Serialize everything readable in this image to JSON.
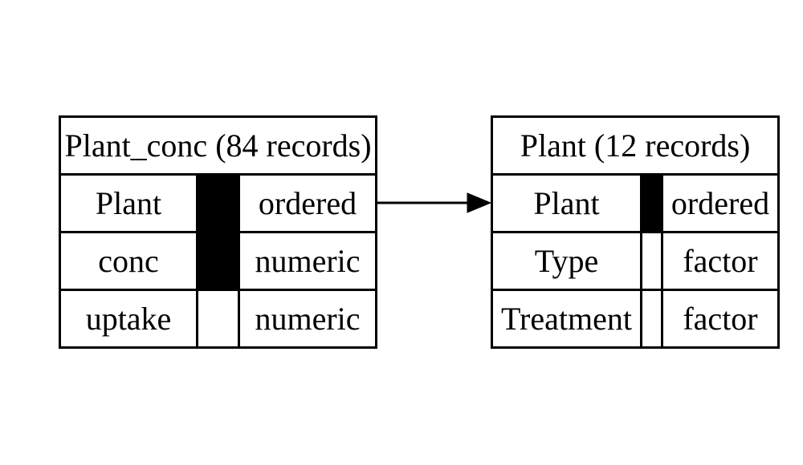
{
  "colors": {
    "background": "#ffffff",
    "line": "#000000",
    "key_fill": "#000000"
  },
  "diagram": {
    "left_table": {
      "title": "Plant_conc (84 records)",
      "columns": [
        {
          "name": "Plant",
          "type": "ordered",
          "is_key": true
        },
        {
          "name": "conc",
          "type": "numeric",
          "is_key": true
        },
        {
          "name": "uptake",
          "type": "numeric",
          "is_key": false
        }
      ]
    },
    "right_table": {
      "title": "Plant (12 records)",
      "columns": [
        {
          "name": "Plant",
          "type": "ordered",
          "is_key": true
        },
        {
          "name": "Type",
          "type": "factor",
          "is_key": false
        },
        {
          "name": "Treatment",
          "type": "factor",
          "is_key": false
        }
      ]
    },
    "relation": {
      "from_table": "Plant_conc (84 records)",
      "from_column": "Plant",
      "to_table": "Plant (12 records)",
      "to_column": "Plant"
    }
  }
}
